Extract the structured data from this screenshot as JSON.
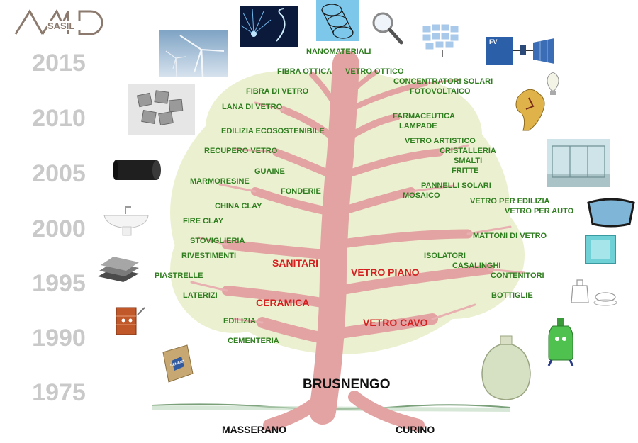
{
  "logo": {
    "text": "SASIL",
    "color": "#8b7a6d"
  },
  "years": [
    "2015",
    "2010",
    "2005",
    "2000",
    "1995",
    "1990",
    "1975"
  ],
  "roots": {
    "main": "BRUSNENGO",
    "left": "MASSERANO",
    "right": "CURINO"
  },
  "sectors": {
    "sanitari": "SANITARI",
    "ceramica": "CERAMICA",
    "vetro_piano": "VETRO PIANO",
    "vetro_cavo": "VETRO CAVO"
  },
  "left_branches": [
    "NANOMATERIALI",
    "FIBRA OTTICA",
    "FIBRA DI VETRO",
    "LANA DI VETRO",
    "EDILIZIA ECOSOSTENIBILE",
    "RECUPERO VETRO",
    "GUAINE",
    "MARMORESINE",
    "FONDERIE",
    "CHINA CLAY",
    "FIRE CLAY",
    "STOVIGLIERIA",
    "RIVESTIMENTI",
    "PIASTRELLE",
    "LATERIZI",
    "EDILIZIA",
    "CEMENTERIA"
  ],
  "right_branches": [
    "VETRO OTTICO",
    "CONCENTRATORI SOLARI",
    "FOTOVOLTAICO",
    "FARMACEUTICA",
    "LAMPADE",
    "VETRO ARTISTICO",
    "CRISTALLERIA",
    "SMALTI",
    "FRITTE",
    "PANNELLI SOLARI",
    "MOSAICO",
    "VETRO PER EDILIZIA",
    "VETRO PER AUTO",
    "MATTONI DI VETRO",
    "ISOLATORI",
    "CASALINGHI",
    "CONTENITORI",
    "BOTTIGLIE"
  ],
  "icons": {
    "pv": "FV",
    "cement": "CEMENT"
  },
  "colors": {
    "year": "#c9c9c9",
    "branch_label": "#2e7d1e",
    "sector_label": "#d42020",
    "trunk": "#e3a3a3",
    "foliage": "#e8efc8"
  }
}
